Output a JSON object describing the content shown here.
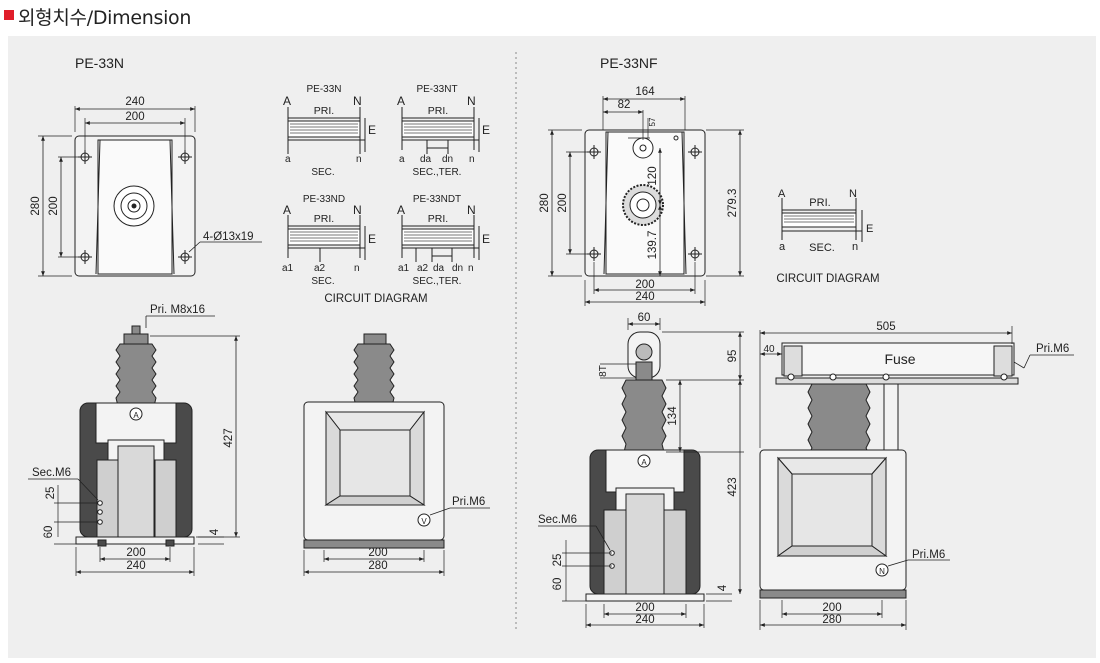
{
  "header": {
    "title": "외형치수/Dimension",
    "marker_color": "#e01e2a"
  },
  "colors": {
    "panel_bg": "#efefef",
    "body_fill": "#f3f3f3",
    "dark_fill": "#4a4a4a",
    "mid_fill": "#8a8a8a",
    "line": "#222222"
  },
  "left": {
    "model": "PE-33N",
    "top_view": {
      "dim_240": "240",
      "dim_200": "200",
      "dim_280": "280",
      "dim_200_v": "200",
      "hole_note": "4-Ø13x19"
    },
    "front_view": {
      "terminal_note": "Pri.  M8x16",
      "height_427": "427",
      "sec_note": "Sec.M6",
      "dim_25": "25",
      "dim_60": "60",
      "dim_4": "4",
      "dim_200": "200",
      "dim_240": "240",
      "terminal_a": "A"
    },
    "side_view": {
      "pri_note": "Pri.M6",
      "dim_200": "200",
      "dim_280": "280",
      "terminal_v": "V"
    },
    "circuits": {
      "c1": {
        "title": "PE-33N",
        "A": "A",
        "N": "N",
        "pri": "PRI.",
        "E": "E",
        "a": "a",
        "n": "n",
        "sec": "SEC."
      },
      "c2": {
        "title": "PE-33NT",
        "A": "A",
        "N": "N",
        "pri": "PRI.",
        "E": "E",
        "a": "a",
        "da": "da",
        "dn": "dn",
        "n": "n",
        "sec": "SEC.,TER."
      },
      "c3": {
        "title": "PE-33ND",
        "A": "A",
        "N": "N",
        "pri": "PRI.",
        "E": "E",
        "a1": "a1",
        "a2": "a2",
        "n": "n",
        "sec": "SEC."
      },
      "c4": {
        "title": "PE-33NDT",
        "A": "A",
        "N": "N",
        "pri": "PRI.",
        "E": "E",
        "a1": "a1",
        "a2": "a2",
        "da": "da",
        "dn": "dn",
        "n": "n",
        "sec": "SEC.,TER."
      },
      "caption": "CIRCUIT DIAGRAM"
    }
  },
  "right": {
    "model": "PE-33NF",
    "top_view": {
      "dim_164": "164",
      "dim_82": "82",
      "dim_57": "57",
      "dim_120": "120",
      "dim_139_7": "139.7",
      "dim_279_3": "279.3",
      "dim_280": "280",
      "dim_200_v": "200",
      "dim_200": "200",
      "dim_240": "240"
    },
    "circuit": {
      "A": "A",
      "N": "N",
      "pri": "PRI.",
      "E": "E",
      "a": "a",
      "n": "n",
      "sec": "SEC.",
      "caption": "CIRCUIT DIAGRAM"
    },
    "front_view": {
      "dim_60": "60",
      "dim_95": "95",
      "dim_8t": "8T",
      "dim_134": "134",
      "dim_423": "423",
      "sec_note": "Sec.M6",
      "dim_25": "25",
      "dim_60_v": "60",
      "dim_4": "4",
      "dim_200": "200",
      "dim_240": "240",
      "terminal_a": "A"
    },
    "side_view": {
      "dim_505": "505",
      "dim_40": "40",
      "fuse": "Fuse",
      "pri_note": "Pri.M6",
      "pri_note_2": "Pri.M6",
      "dim_200": "200",
      "dim_280": "280",
      "terminal_n": "N"
    }
  }
}
